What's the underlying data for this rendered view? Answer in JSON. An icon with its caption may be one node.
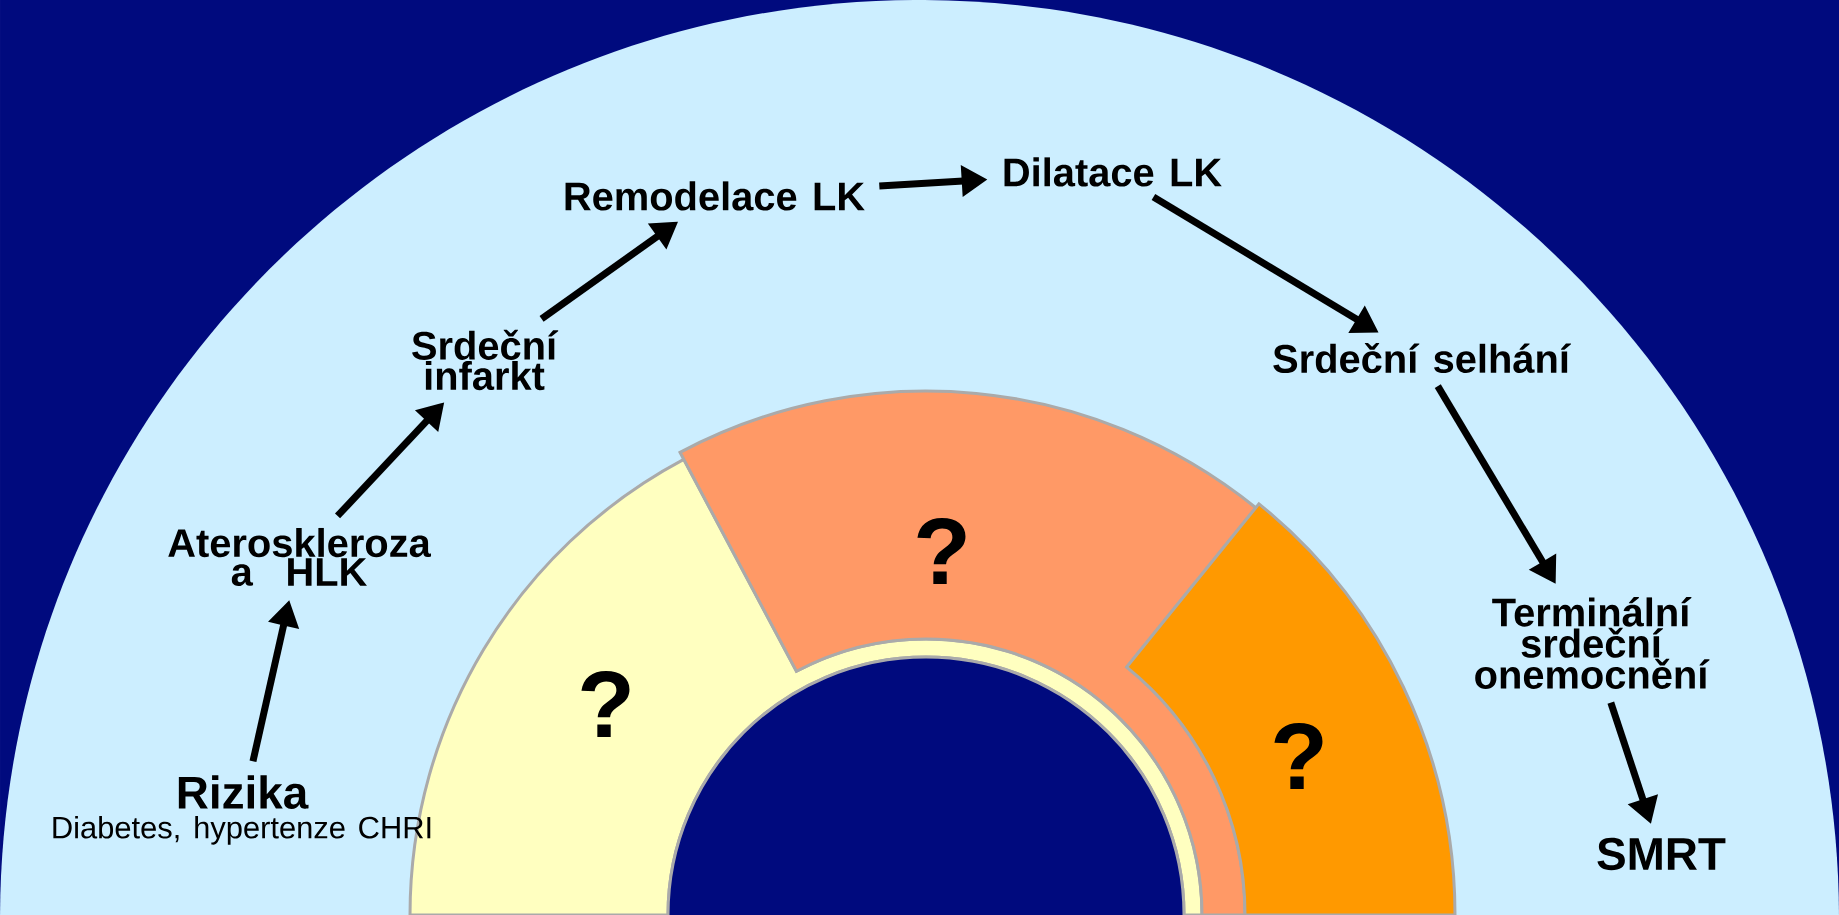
{
  "diagram": {
    "nodes": [
      {
        "text": [
          "Rizika",
          "Diabetes, hypertenze CHRI"
        ]
      },
      {
        "text": [
          "Ateroskleroza a HLK"
        ]
      },
      {
        "text": [
          "Srdeční infarkt"
        ]
      },
      {
        "text": [
          "Remodelace LK"
        ]
      },
      {
        "text": [
          "Dilatace LK"
        ]
      },
      {
        "text": [
          "Srdeční selhání"
        ]
      },
      {
        "text": [
          "Terminální srdeční onemocnění"
        ]
      },
      {
        "text": [
          "SMRT"
        ]
      },
      {
        "text": [
          "?"
        ]
      },
      {
        "text": [
          "?"
        ]
      },
      {
        "text": [
          "?"
        ]
      }
    ],
    "edges": [
      {
        "from": 0,
        "to": 1,
        "arrow": "to"
      },
      {
        "from": 1,
        "to": 2,
        "arrow": "to"
      },
      {
        "from": 2,
        "to": 3,
        "arrow": "to"
      },
      {
        "from": 3,
        "to": 4,
        "arrow": "to"
      },
      {
        "from": 4,
        "to": 5,
        "arrow": "to"
      },
      {
        "from": 5,
        "to": 6,
        "arrow": "to"
      },
      {
        "from": 6,
        "to": 7,
        "arrow": "to"
      }
    ]
  }
}
